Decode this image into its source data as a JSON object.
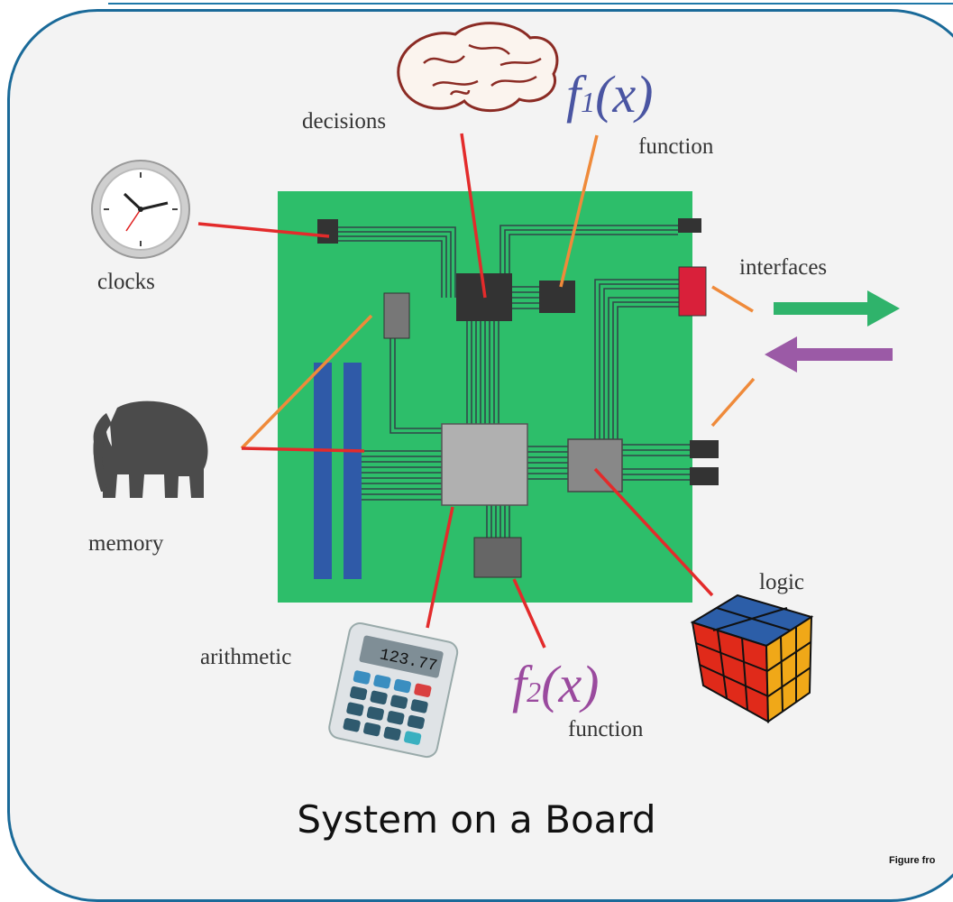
{
  "labels": {
    "decisions": "decisions",
    "function_top": "function",
    "clocks": "clocks",
    "interfaces": "interfaces",
    "memory": "memory",
    "logic": "logic",
    "arithmetic": "arithmetic",
    "function_bottom": "function"
  },
  "formulas": {
    "f1": {
      "name": "f",
      "sub": "1",
      "arg": "(x)"
    },
    "f2": {
      "name": "f",
      "sub": "2",
      "arg": "(x)"
    }
  },
  "calculator_display": "123.77",
  "title": "System on a Board",
  "credit": "Figure fro",
  "colors": {
    "board": "#2dbe6a",
    "frame": "#1a6a99",
    "leader_red": "#e32b2b",
    "leader_orange": "#ef8a3a",
    "arrow_out": "#2fb36b",
    "arrow_in": "#9b5aa6",
    "f1_color": "#4a55a2",
    "f2_color": "#9a4a9e",
    "memory_bar": "#2f5aa8",
    "interface_chip": "#d9203a"
  },
  "icons": [
    "brain-icon",
    "clock-icon",
    "elephant-icon",
    "calculator-icon",
    "cube-icon",
    "arrow-right-icon",
    "arrow-left-icon"
  ]
}
